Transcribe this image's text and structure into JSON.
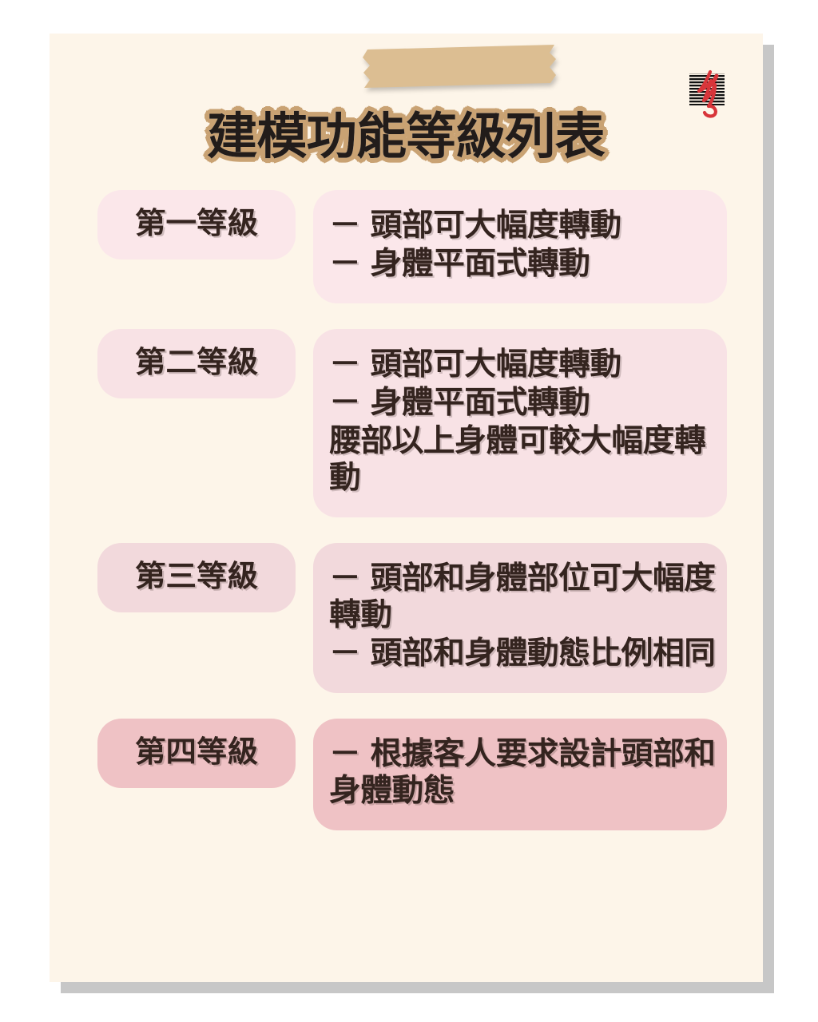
{
  "page": {
    "title": "建模功能等級列表",
    "background_color": "#FFFFFF",
    "card_color": "#FDF5E9",
    "title_fill_color": "#221C1A",
    "title_outline_color": "#C9A273",
    "text_color": "#34241F"
  },
  "decor": {
    "tape": {
      "name": "washi-tape",
      "color": "#DCBE92"
    },
    "logo": {
      "name": "brand-logo",
      "stripe_color": "#111111",
      "brush_color": "#D8353A"
    }
  },
  "rows": [
    {
      "level_label": "第一等級",
      "pill_color": "#FBE7EA",
      "box_color": "#FBE7EA",
      "lines": [
        {
          "dash": "－",
          "text": "頭部可大幅度轉動"
        },
        {
          "dash": "－",
          "text": "身體平面式轉動"
        }
      ]
    },
    {
      "level_label": "第二等級",
      "pill_color": "#F8E2E5",
      "box_color": "#F8E2E5",
      "lines": [
        {
          "dash": "－",
          "text": "頭部可大幅度轉動"
        },
        {
          "dash": "－",
          "text": "身體平面式轉動"
        },
        {
          "dash": "",
          "text": "腰部以上身體可較大幅度轉動"
        }
      ]
    },
    {
      "level_label": "第三等級",
      "pill_color": "#F2D9DC",
      "box_color": "#F2D9DC",
      "lines": [
        {
          "dash": "－",
          "text": "頭部和身體部位可大幅度轉動"
        },
        {
          "dash": "－",
          "text": "頭部和身體動態比例相同"
        }
      ]
    },
    {
      "level_label": "第四等級",
      "pill_color": "#EFC2C5",
      "box_color": "#EFC2C5",
      "lines": [
        {
          "dash": "－",
          "text": "根據客人要求設計頭部和身體動態"
        }
      ]
    }
  ]
}
